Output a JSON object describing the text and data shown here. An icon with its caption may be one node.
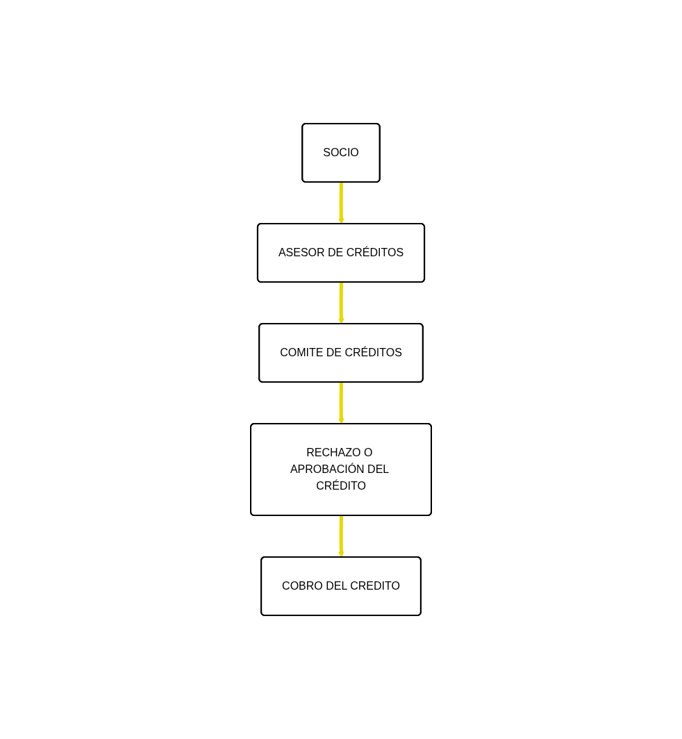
{
  "diagram": {
    "nodes": [
      {
        "text": [
          "SOCIO"
        ]
      },
      {
        "text": [
          "ASESOR DE CRÉDITOS"
        ]
      },
      {
        "text": [
          "COMITE DE CRÉDITOS"
        ]
      },
      {
        "text": [
          "RECHAZO O APROBACIÓN DEL CRÉDITO"
        ]
      },
      {
        "text": [
          "COBRO DEL CREDITO"
        ]
      }
    ],
    "edges": [
      {
        "from": 0,
        "to": 1,
        "arrow": "to"
      },
      {
        "from": 1,
        "to": 2,
        "arrow": "to"
      },
      {
        "from": 2,
        "to": 3,
        "arrow": "to"
      },
      {
        "from": 3,
        "to": 4,
        "arrow": "to"
      }
    ]
  }
}
